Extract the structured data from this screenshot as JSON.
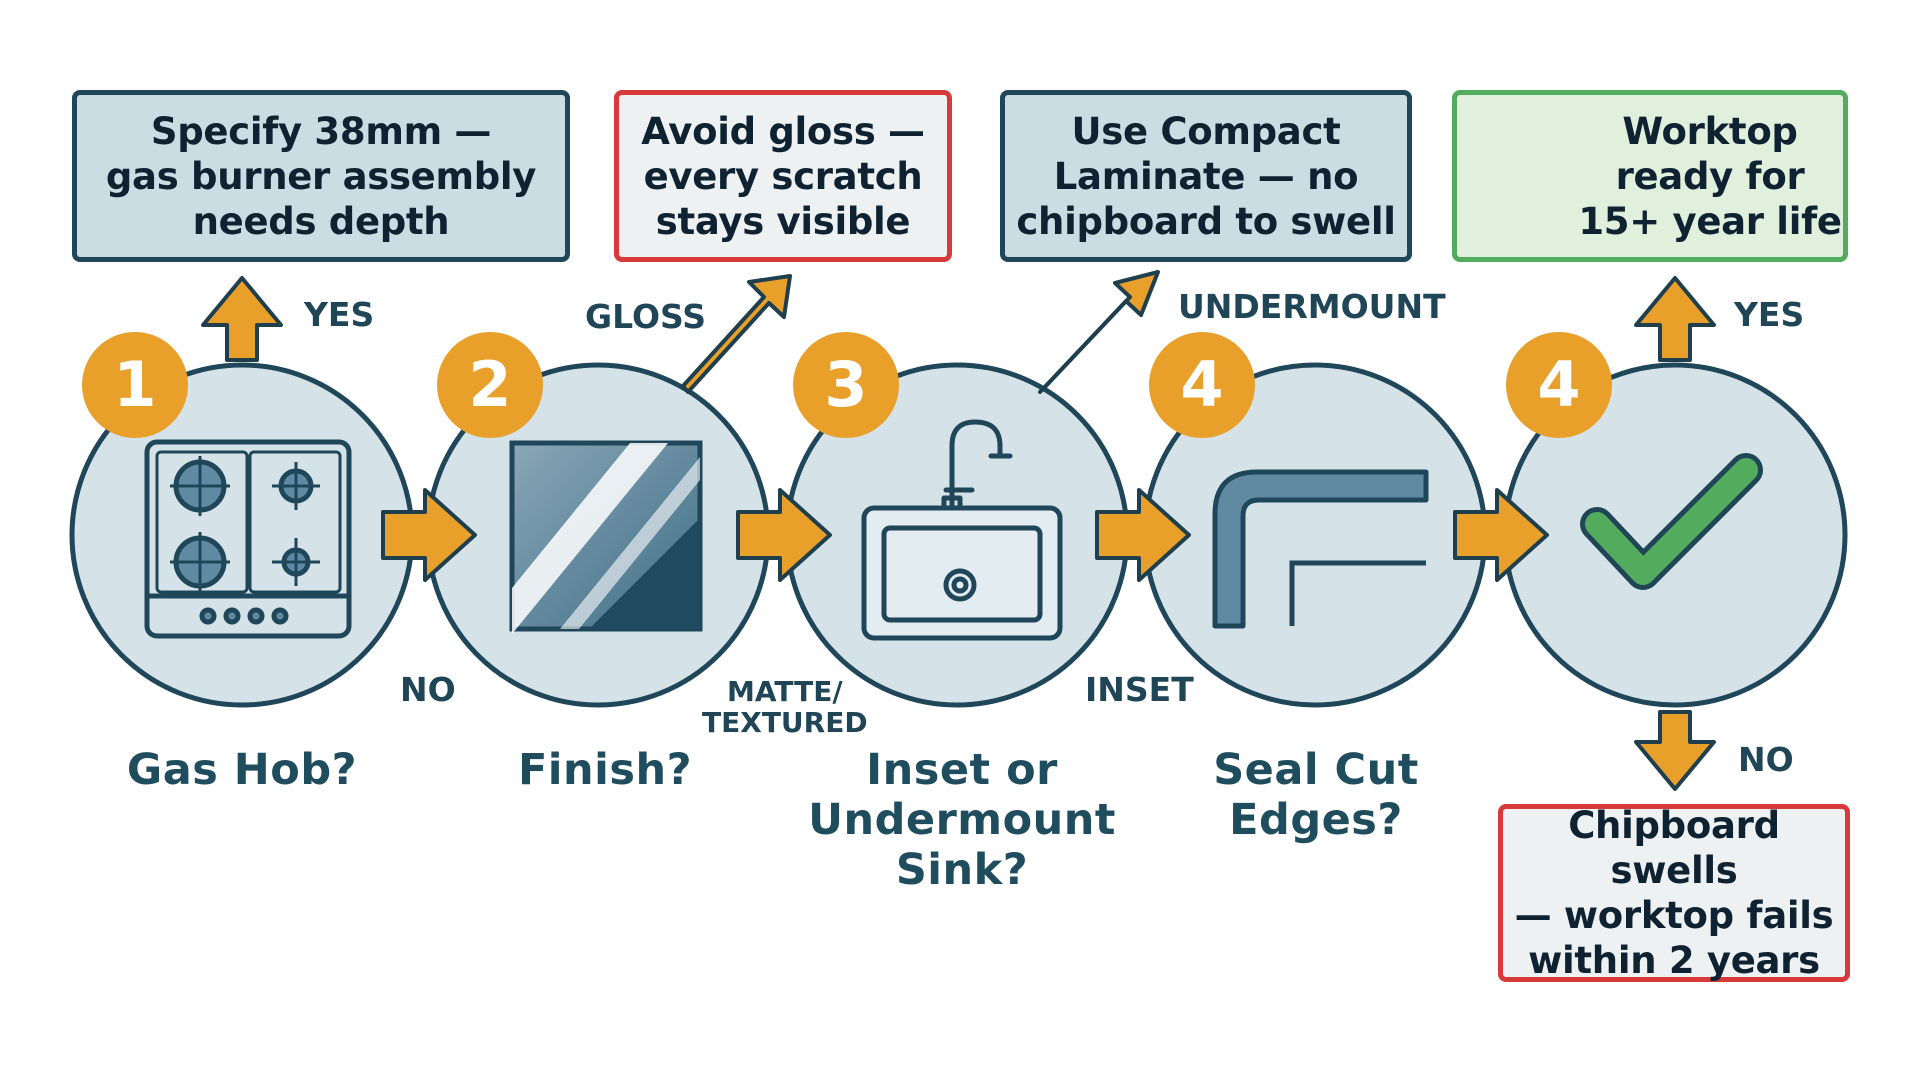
{
  "steps": [
    {
      "badge": "1",
      "question": "Gas Hob?",
      "icon": "gas-hob-icon"
    },
    {
      "badge": "2",
      "question": "Finish?",
      "icon": "gloss-panel-icon"
    },
    {
      "badge": "3",
      "question": "Inset or\nUndermount\nSink?",
      "icon": "sink-icon"
    },
    {
      "badge": "4",
      "question": "Seal Cut\nEdges?",
      "icon": "worktop-edge-icon"
    },
    {
      "badge": "4",
      "question": "",
      "icon": "checkmark-icon"
    }
  ],
  "outcomes": [
    {
      "text": "Specify 38mm —\ngas burner assembly\nneeds depth",
      "style": "blue"
    },
    {
      "text": "Avoid gloss —\nevery scratch\nstays visible",
      "style": "red"
    },
    {
      "text": "Use Compact\nLaminate — no\nchipboard to swell",
      "style": "blue"
    },
    {
      "text": "Worktop\nready for\n15+ year life",
      "style": "green"
    },
    {
      "text": "Chipboard swells\n— worktop fails\nwithin 2 years",
      "style": "red"
    }
  ],
  "labels": {
    "yes1": "YES",
    "no1": "NO",
    "gloss": "GLOSS",
    "matte": "MATTE/\nTEXTURED",
    "undermount": "UNDERMOUNT",
    "inset": "INSET",
    "yes5": "YES",
    "no5": "NO"
  },
  "colors": {
    "navy": "#20465a",
    "circle_fill": "#d5e2e8",
    "arrow": "#e8a02a",
    "badge": "#e8a02a",
    "check": "#53ac5e",
    "red": "#d8393b"
  }
}
